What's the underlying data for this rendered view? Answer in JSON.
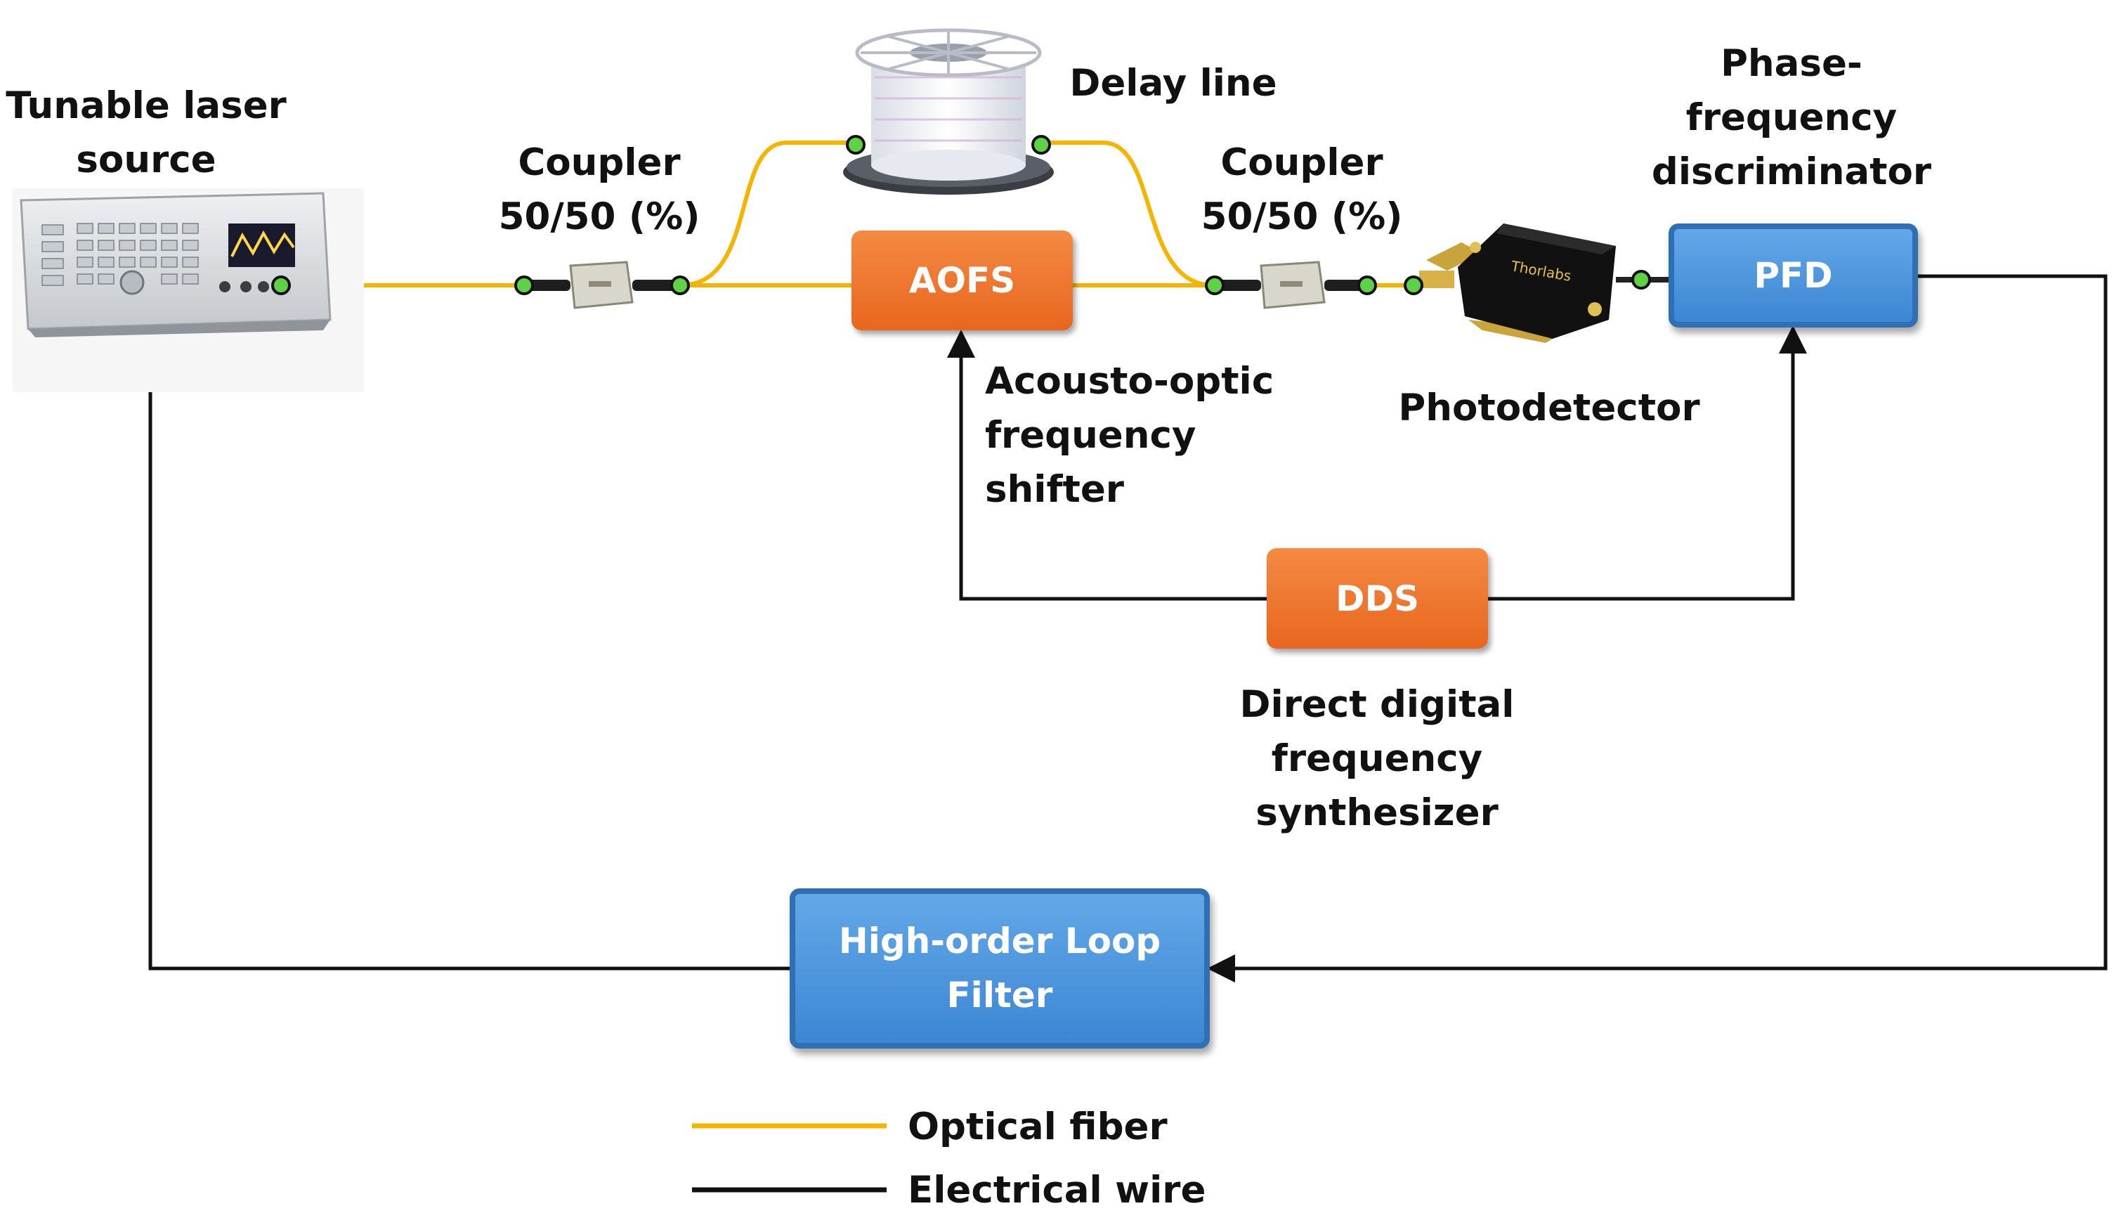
{
  "labels": {
    "laser": "Tunable laser\nsource",
    "coupler1": "Coupler\n50/50 (%)",
    "delay_line": "Delay line",
    "coupler2": "Coupler\n50/50 (%)",
    "pfd_full": "Phase-\nfrequency\ndiscriminator",
    "aofs_full": "Acousto-optic\nfrequency\nshifter",
    "photodetector": "Photodetector",
    "dds_full": "Direct digital\nfrequency\nsynthesizer"
  },
  "blocks": {
    "aofs": "AOFS",
    "pfd": "PFD",
    "dds": "DDS",
    "loop_filter": "High-order Loop\nFilter"
  },
  "legend": {
    "optical": "Optical fiber",
    "electrical": "Electrical wire"
  },
  "colors": {
    "optical_fiber": "#f5b400",
    "electrical_wire": "#111111",
    "block_orange": "#ec7330",
    "block_blue": "#4a93dc",
    "connector": "#5fd146"
  }
}
